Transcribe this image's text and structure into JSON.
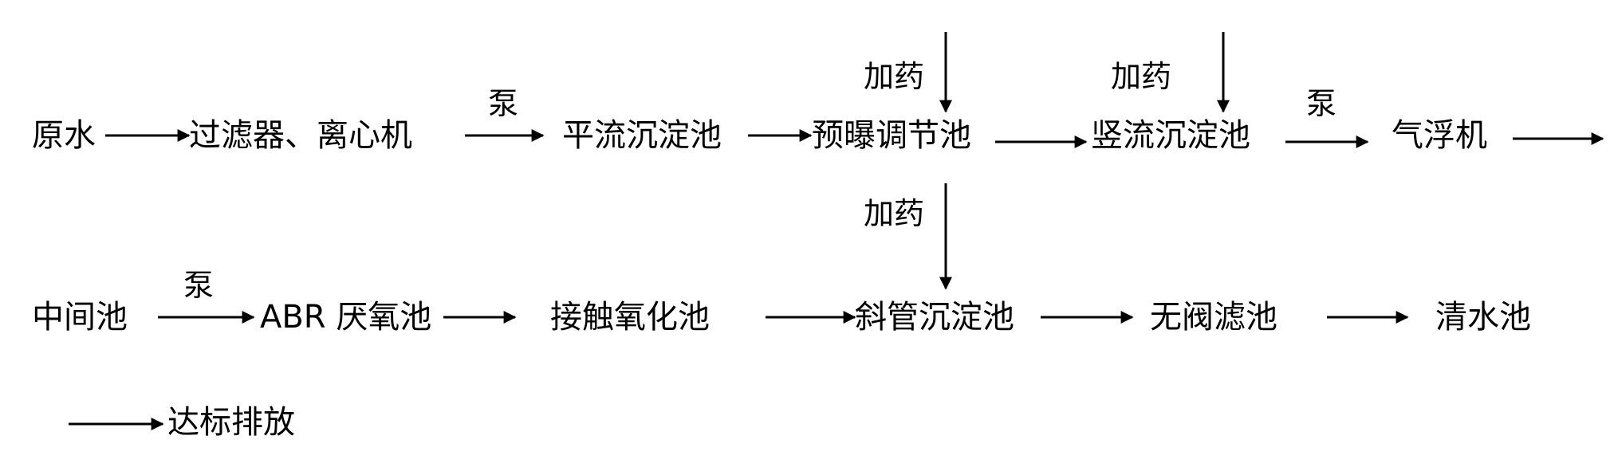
{
  "nodes": {
    "raw_water": "原水",
    "filter_centrifuge": "过滤器、离心机",
    "advection_sedimentation": "平流沉淀池",
    "pre_aeration_tank": "预曝调节池",
    "vertical_sedimentation": "竖流沉淀池",
    "air_flotation": "气浮机",
    "intermediate_tank": "中间池",
    "abr_anaerobic": "ABR 厌氧池",
    "contact_oxidation": "接触氧化池",
    "inclined_tube_sedimentation": "斜管沉淀池",
    "valveless_filter": "无阀滤池",
    "clear_water_tank": "清水池",
    "discharge": "达标排放"
  },
  "edge_labels": {
    "pump": "泵",
    "dosing": "加药"
  },
  "colors": {
    "line": "#000000",
    "background": "#ffffff"
  }
}
